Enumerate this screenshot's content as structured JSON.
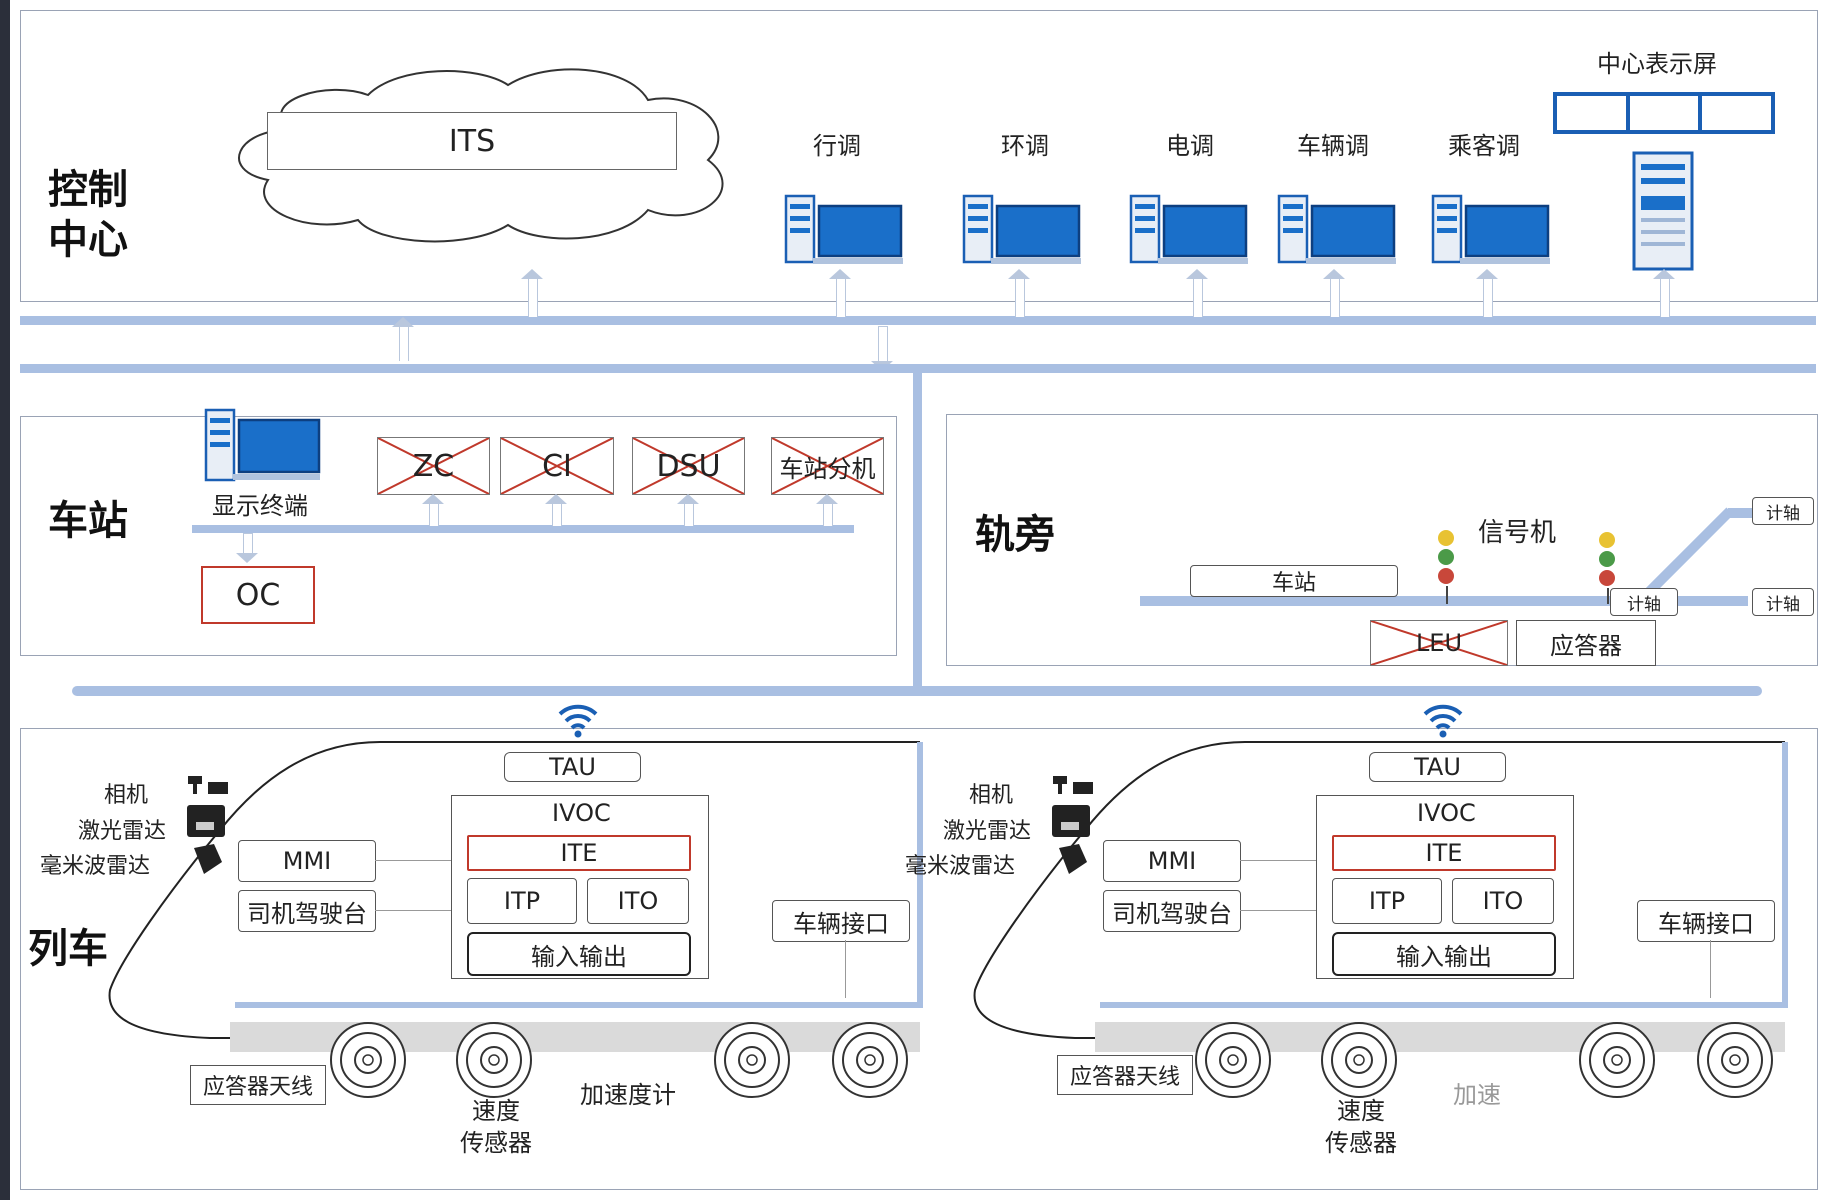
{
  "sections": {
    "control": "控制\n中心",
    "station": "车站",
    "trackside": "轨旁",
    "train": "列车"
  },
  "control_center": {
    "its": "ITS",
    "consoles": [
      "行调",
      "环调",
      "电调",
      "车辆调",
      "乘客调"
    ],
    "display": "中心表示屏"
  },
  "station": {
    "terminal": "显示终端",
    "devices": [
      "ZC",
      "CI",
      "DSU",
      "车站分机"
    ],
    "oc": "OC"
  },
  "trackside": {
    "station": "车站",
    "signal": "信号机",
    "axle_counter": "计轴",
    "leu": "LEU",
    "balise": "应答器"
  },
  "train": {
    "sensors": [
      "相机",
      "激光雷达",
      "毫米波雷达"
    ],
    "tau": "TAU",
    "ivoc": "IVOC",
    "ite": "ITE",
    "itp": "ITP",
    "ito": "ITO",
    "io": "输入输出",
    "mmi": "MMI",
    "driver_desk": "司机驾驶台",
    "vehicle_interface": "车辆接口",
    "balise_antenna": "应答器天线",
    "speed_sensor": "速度\n传感器",
    "accelerometer": "加速度计",
    "accelerometer_partial": "加速"
  },
  "colors": {
    "bus": "#a9bfe2",
    "accent_red": "#c0392b",
    "monitor": "#1a6fc9",
    "panel_border": "#9aa3b5"
  }
}
